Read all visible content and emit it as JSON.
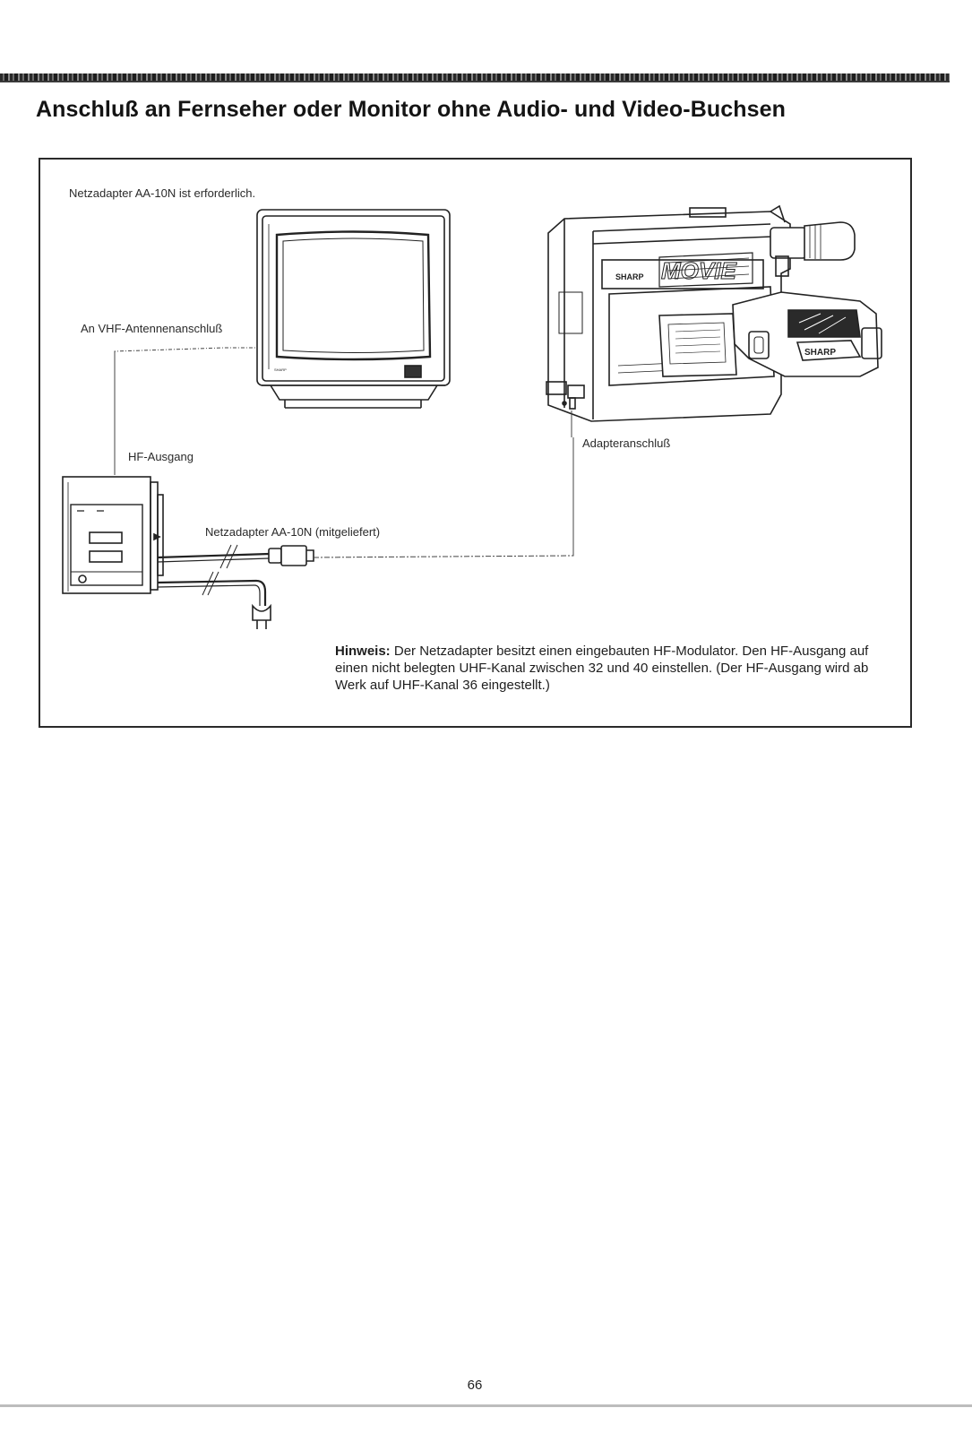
{
  "page": {
    "title": "Anschluß an Fernseher oder Monitor ohne Audio- und Video-Buchsen",
    "page_number": "66"
  },
  "figure": {
    "requirement": "Netzadapter AA-10N ist erforderlich.",
    "labels": {
      "vhf_antenna": "An VHF-Antennenanschluß",
      "hf_output": "HF-Ausgang",
      "adapter_port": "Adapteranschluß",
      "adapter_supplied": "Netzadapter AA-10N (mitgeliefert)"
    },
    "brand_marks": [
      "SHARP",
      "SHARP",
      "SHARP"
    ],
    "camera_model_logo": "MOVIE"
  },
  "note": {
    "label": "Hinweis:",
    "text": "Der Netzadapter besitzt einen eingebauten HF-Modulator. Den HF-Ausgang auf einen nicht belegten UHF-Kanal zwischen 32 und 40 einstellen. (Der HF-Ausgang wird ab Werk auf UHF-Kanal 36 eingestellt.)"
  }
}
